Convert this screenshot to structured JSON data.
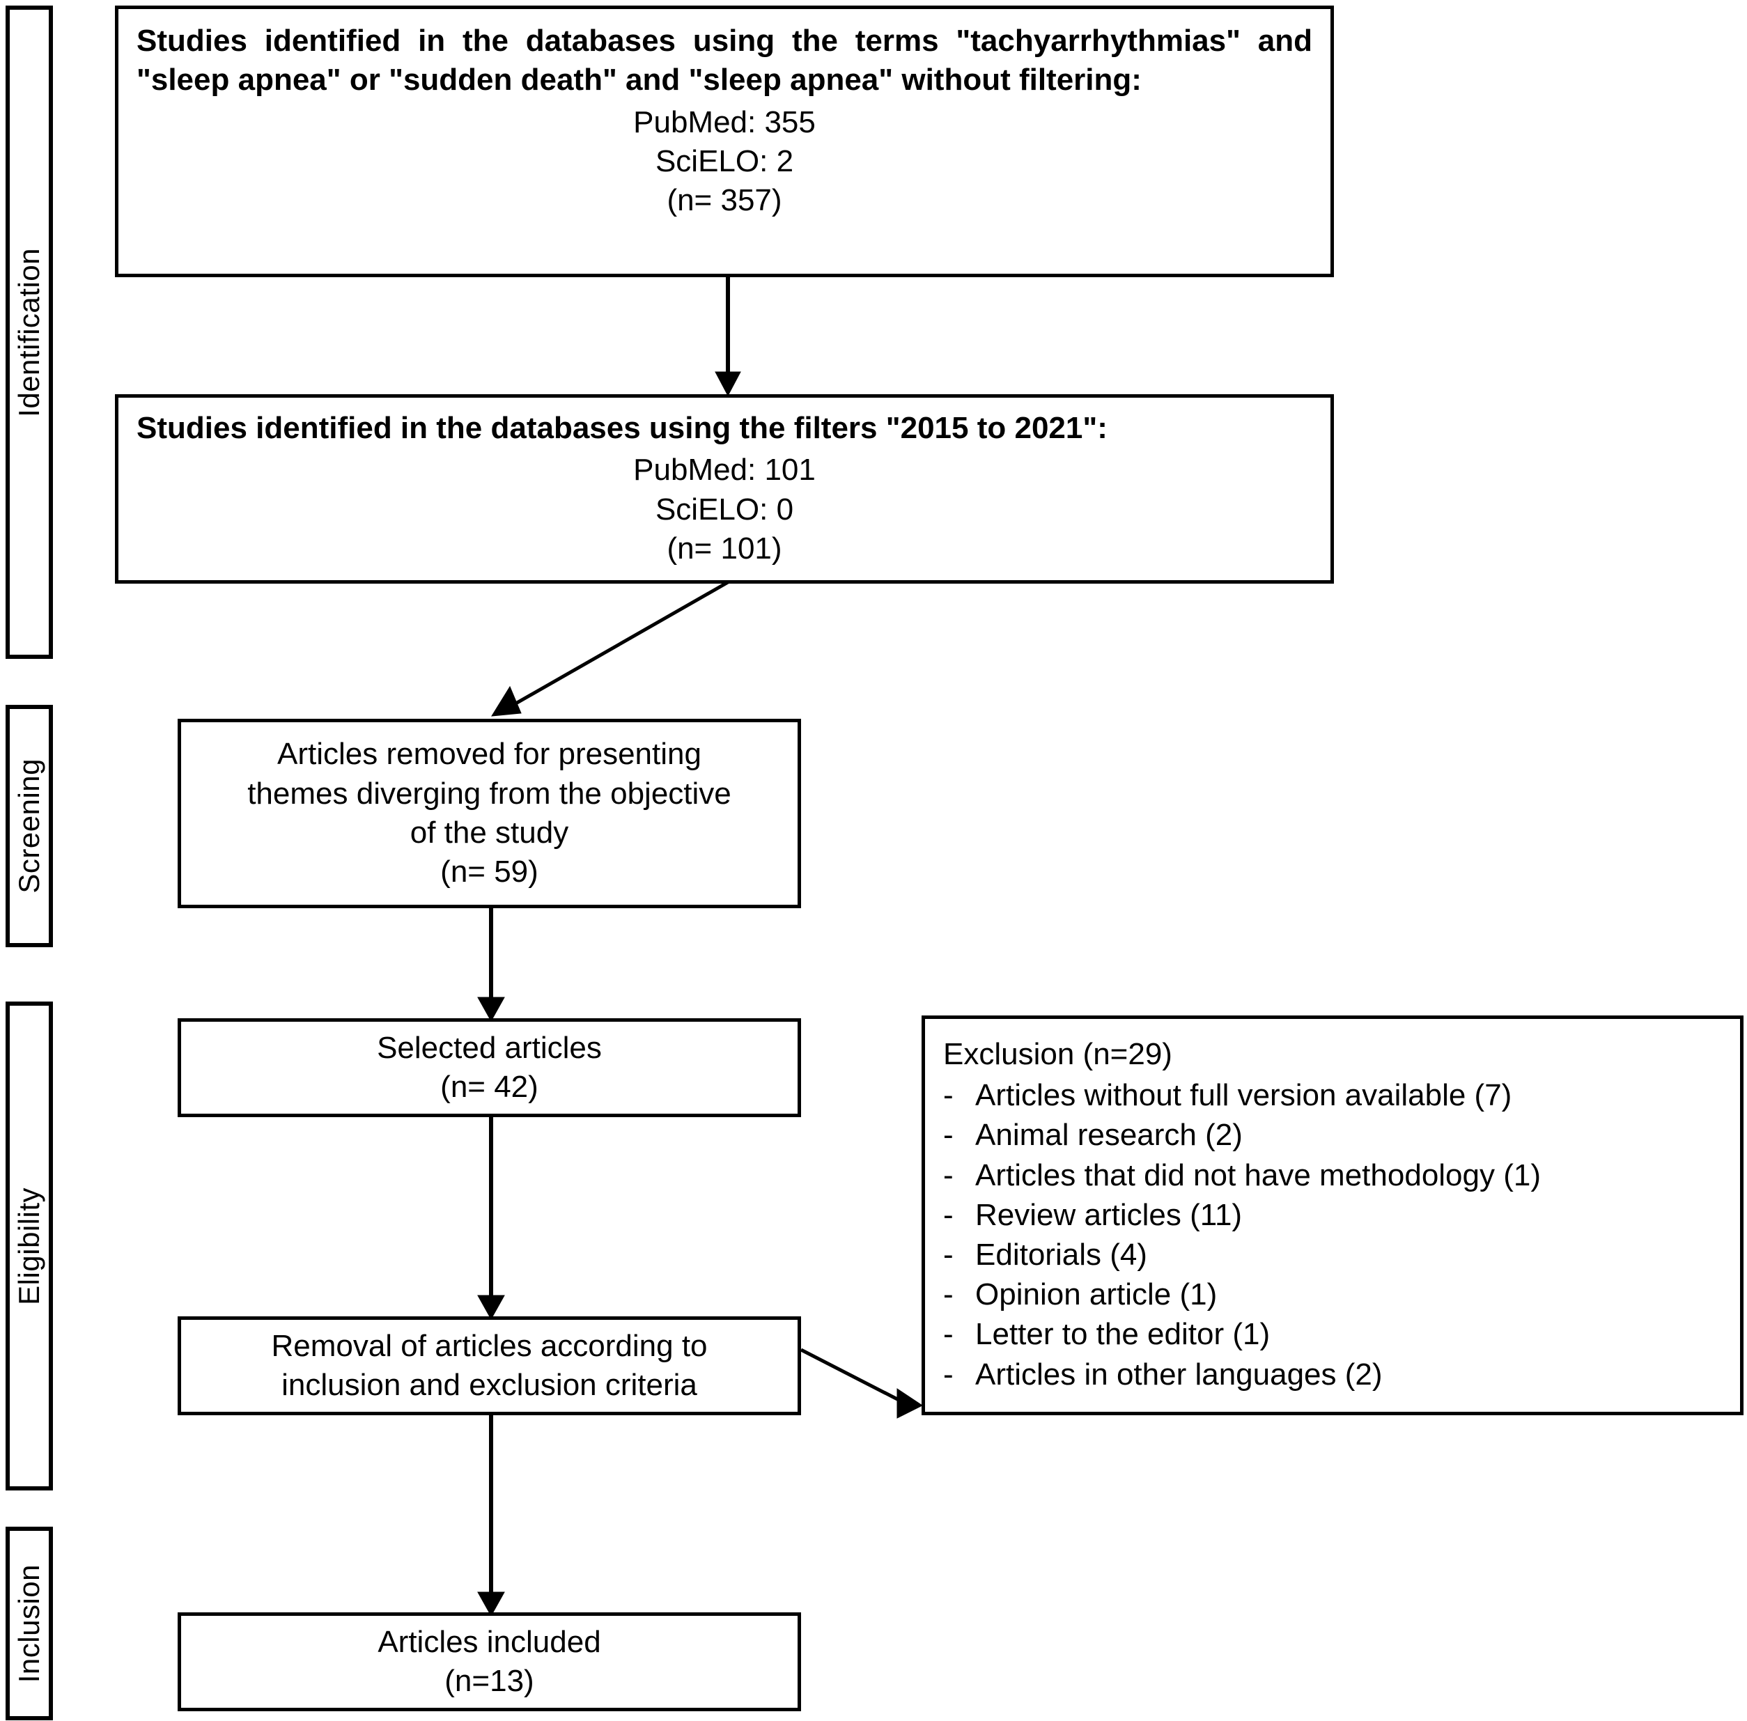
{
  "diagram": {
    "title": "PRISMA study selection flow diagram",
    "stages": [
      {
        "id": "identification",
        "label": "Identification"
      },
      {
        "id": "screening",
        "label": "Screening"
      },
      {
        "id": "eligibility",
        "label": "Eligibility"
      },
      {
        "id": "inclusion",
        "label": "Inclusion"
      }
    ],
    "boxes": {
      "identified_unfiltered": {
        "heading": "Studies identified in the databases using the terms \"tachyarrhythmias\" and \"sleep apnea\" or \"sudden death\" and \"sleep apnea\" without filtering:",
        "lines": [
          "PubMed: 355",
          "SciELO: 2",
          "(n= 357)"
        ]
      },
      "identified_filtered": {
        "heading": "Studies identified in the databases using the filters \"2015 to 2021\":",
        "lines": [
          "PubMed: 101",
          "SciELO: 0",
          "(n= 101)"
        ]
      },
      "removed_diverging": {
        "lines": [
          "Articles removed for presenting",
          "themes diverging from the objective",
          "of the study",
          "(n= 59)"
        ]
      },
      "selected_articles": {
        "lines": [
          "Selected articles",
          "(n= 42)"
        ]
      },
      "removal_criteria": {
        "lines": [
          "Removal of articles according to",
          "inclusion and exclusion criteria"
        ]
      },
      "articles_included": {
        "lines": [
          "Articles included",
          "(n=13)"
        ]
      },
      "exclusion": {
        "title": "Exclusion (n=29)",
        "bullet": "-",
        "items": [
          "Articles without full version available (7)",
          "Animal research (2)",
          "Articles that did not have methodology (1)",
          "Review articles (11)",
          "Editorials (4)",
          "Opinion article (1)",
          "Letter to the editor (1)",
          "Articles in other languages (2)"
        ]
      }
    },
    "colors": {
      "stroke": "#000000",
      "background": "#ffffff",
      "text": "#000000"
    }
  }
}
